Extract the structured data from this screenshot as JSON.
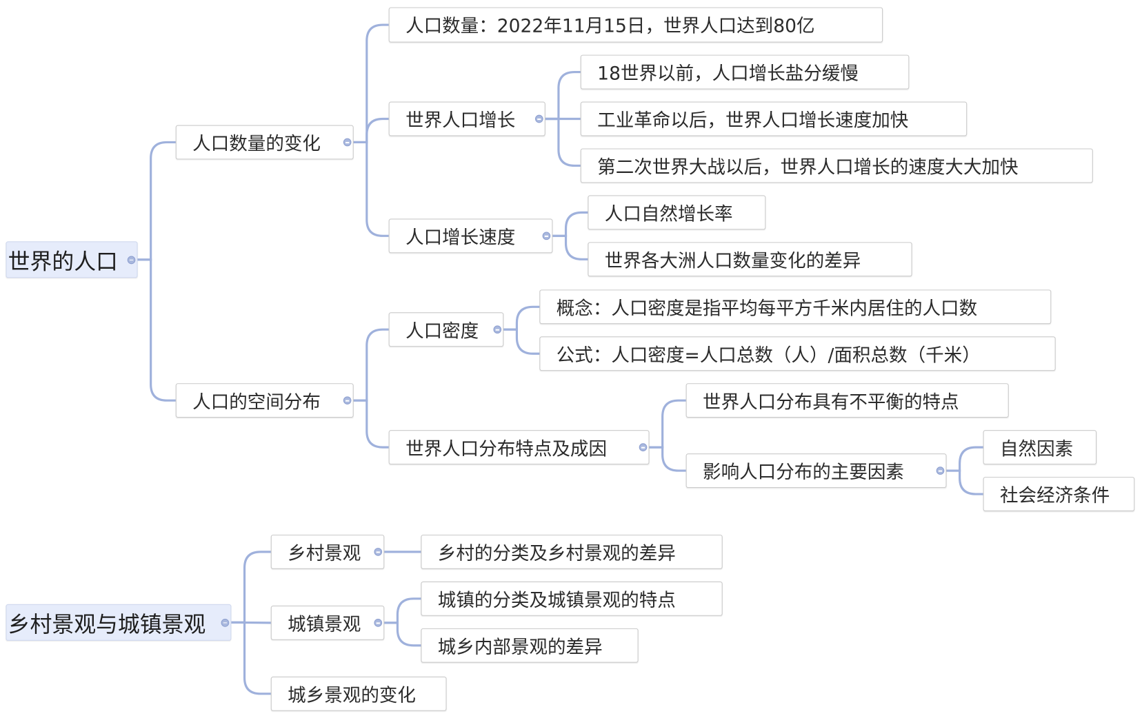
{
  "colors": {
    "line": "#9fb1dc",
    "root_fill": "#e6ecfb"
  },
  "nodes": [
    {
      "id": "n0",
      "label": "世界的人口",
      "parent": null,
      "collapsible": true
    },
    {
      "id": "n1",
      "label": "人口数量的变化",
      "parent": "n0",
      "collapsible": true
    },
    {
      "id": "n2",
      "label": "人口的空间分布",
      "parent": "n0",
      "collapsible": true
    },
    {
      "id": "n3",
      "label": "人口数量：2022年11月15日，世界人口达到80亿",
      "parent": "n1",
      "collapsible": false
    },
    {
      "id": "n4",
      "label": "世界人口增长",
      "parent": "n1",
      "collapsible": true
    },
    {
      "id": "n5",
      "label": "人口增长速度",
      "parent": "n1",
      "collapsible": true
    },
    {
      "id": "n6",
      "label": "18世界以前，人口增长盐分缓慢",
      "parent": "n4",
      "collapsible": false
    },
    {
      "id": "n7",
      "label": "工业革命以后，世界人口增长速度加快",
      "parent": "n4",
      "collapsible": false
    },
    {
      "id": "n8",
      "label": "第二次世界大战以后，世界人口增长的速度大大加快",
      "parent": "n4",
      "collapsible": false
    },
    {
      "id": "n9",
      "label": "人口自然增长率",
      "parent": "n5",
      "collapsible": false
    },
    {
      "id": "n10",
      "label": "世界各大洲人口数量变化的差异",
      "parent": "n5",
      "collapsible": false
    },
    {
      "id": "n11",
      "label": "人口密度",
      "parent": "n2",
      "collapsible": true
    },
    {
      "id": "n12",
      "label": "世界人口分布特点及成因",
      "parent": "n2",
      "collapsible": true
    },
    {
      "id": "n13",
      "label": "概念：人口密度是指平均每平方千米内居住的人口数",
      "parent": "n11",
      "collapsible": false
    },
    {
      "id": "n14",
      "label": "公式：人口密度=人口总数（人）/面积总数（千米）",
      "parent": "n11",
      "collapsible": false
    },
    {
      "id": "n15",
      "label": "世界人口分布具有不平衡的特点",
      "parent": "n12",
      "collapsible": false
    },
    {
      "id": "n16",
      "label": "影响人口分布的主要因素",
      "parent": "n12",
      "collapsible": true
    },
    {
      "id": "n17",
      "label": "自然因素",
      "parent": "n16",
      "collapsible": false
    },
    {
      "id": "n18",
      "label": "社会经济条件",
      "parent": "n16",
      "collapsible": false
    },
    {
      "id": "n19",
      "label": "乡村景观与城镇景观",
      "parent": null,
      "collapsible": true
    },
    {
      "id": "n20",
      "label": "乡村景观",
      "parent": "n19",
      "collapsible": true
    },
    {
      "id": "n21",
      "label": "城镇景观",
      "parent": "n19",
      "collapsible": true
    },
    {
      "id": "n22",
      "label": "城乡景观的变化",
      "parent": "n19",
      "collapsible": false
    },
    {
      "id": "n23",
      "label": "乡村的分类及乡村景观的差异",
      "parent": "n20",
      "collapsible": false
    },
    {
      "id": "n24",
      "label": "城镇的分类及城镇景观的特点",
      "parent": "n21",
      "collapsible": false
    },
    {
      "id": "n25",
      "label": "城乡内部景观的差异",
      "parent": "n21",
      "collapsible": false
    }
  ]
}
